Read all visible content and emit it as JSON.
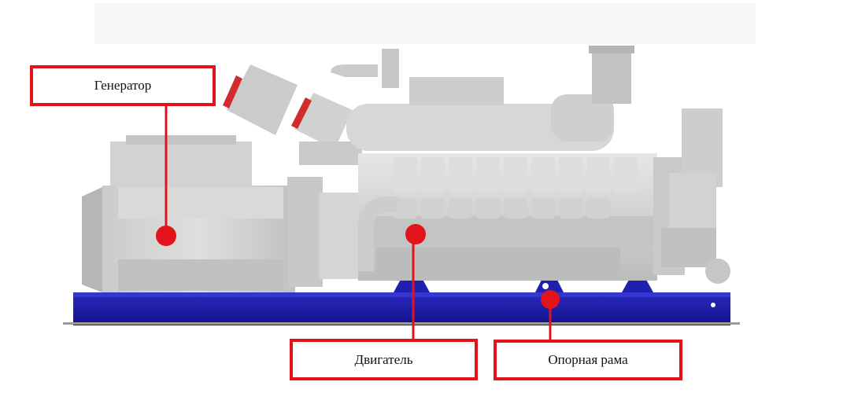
{
  "labels": {
    "generator": "Генератор",
    "engine": "Двигатель",
    "frame": "Опорная рама"
  },
  "colors": {
    "callout_red": "#e3131b",
    "frame_blue": "#1a1aa8",
    "machine_gray": "#d4d6d4"
  }
}
